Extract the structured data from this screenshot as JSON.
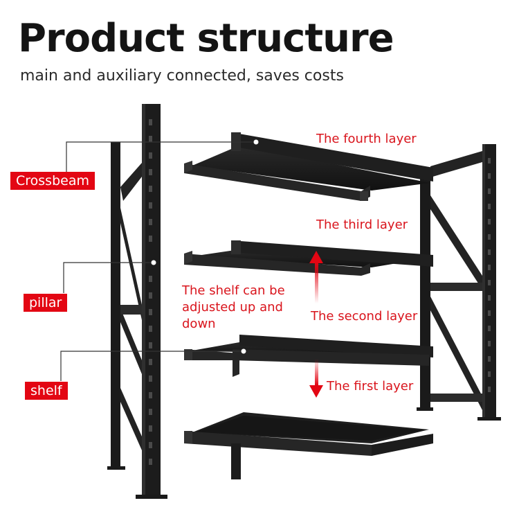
{
  "header": {
    "title": "Product structure",
    "subtitle": "main and auxiliary connected, saves costs"
  },
  "callouts": {
    "crossbeam": "Crossbeam",
    "pillar": "pillar",
    "shelf": "shelf"
  },
  "layers": {
    "fourth": "The fourth layer",
    "third": "The third layer",
    "second": "The second layer",
    "first": "The first layer"
  },
  "note": "The shelf can be adjusted up and down",
  "colors": {
    "accent_red": "#e30613",
    "label_red": "#d9141c",
    "frame": "#1c1c1c",
    "background": "#ffffff"
  }
}
